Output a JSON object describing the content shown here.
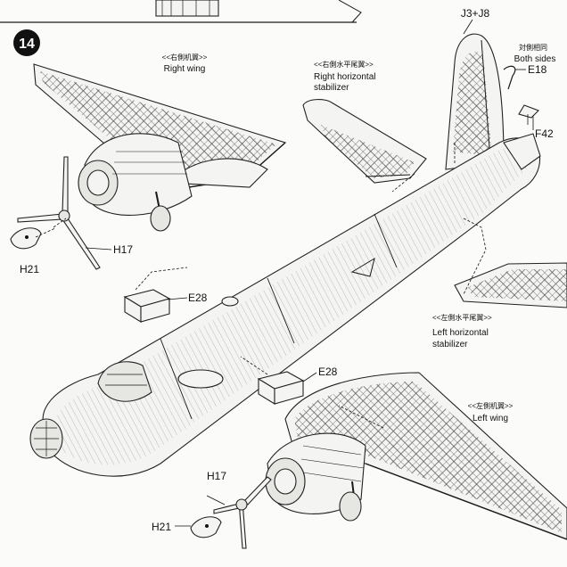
{
  "step": {
    "number": "14"
  },
  "labels": {
    "right_wing": {
      "cn": "<<右側机翼>>",
      "en": "Right wing"
    },
    "right_stab": {
      "cn": "<<右側水平尾翼>>",
      "en1": "Right horizontal",
      "en2": "stabilizer"
    },
    "left_stab": {
      "cn": "<<左側水平尾翼>>",
      "en1": "Left horizontal",
      "en2": "stabilizer"
    },
    "left_wing": {
      "cn": "<<左側机翼>>",
      "en": "Left wing"
    },
    "both_sides": {
      "cn": "対側相同",
      "en": "Both sides"
    }
  },
  "parts": {
    "j3_j8": "J3+J8",
    "e18": "E18",
    "f42": "F42",
    "h17_top": "H17",
    "h21_top": "H21",
    "e28_top": "E28",
    "e28_bottom": "E28",
    "h17_bottom": "H17",
    "h21_bottom": "H21"
  },
  "colors": {
    "ink": "#1a1a1a",
    "paper": "#fbfbf9"
  }
}
